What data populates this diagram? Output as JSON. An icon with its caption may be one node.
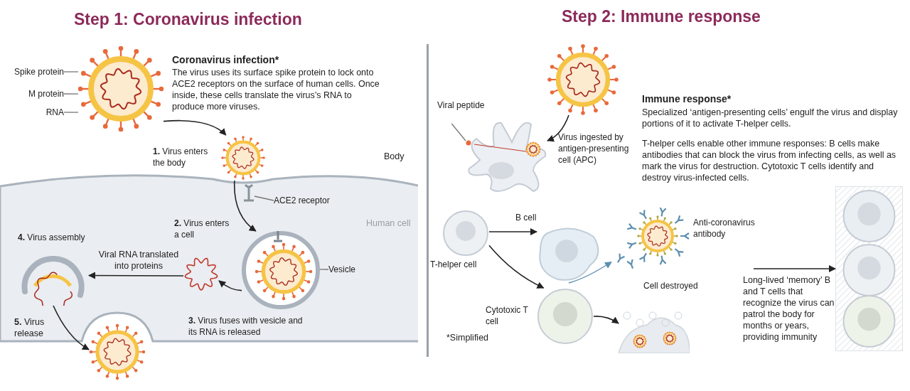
{
  "diagram": {
    "nodes": [
      {
        "text": [
          "Step 1: Coronavirus infection"
        ]
      },
      {
        "text": [],
        "shape": "picture",
        "in": 0
      },
      {
        "text": [
          "Spike protein"
        ],
        "in": 0
      },
      {
        "text": [
          "M protein"
        ],
        "in": 0
      },
      {
        "text": [
          "RNA"
        ],
        "in": 0
      },
      {
        "text": [],
        "shape": "picture",
        "in": 0,
        "beside": [
          "**1.** Virus enters the body"
        ]
      },
      {
        "text": [
          "ACE2 receptor"
        ],
        "in": 0
      },
      {
        "text": [],
        "shape": "picture",
        "in": 0,
        "beside": [
          "**2.** Virus enters a cell",
          "**3.** Virus fuses with vesicle and its RNA is released"
        ]
      },
      {
        "text": [
          "Vesicle"
        ],
        "in": 0
      },
      {
        "text": [],
        "shape": "picture",
        "in": 0
      },
      {
        "text": [],
        "shape": "picture",
        "in": 0,
        "beside": [
          "**4.** Virus assembly"
        ]
      },
      {
        "text": [],
        "shape": "picture",
        "in": 0
      },
      {
        "text": [
          "Step 2: Immune response"
        ]
      },
      {
        "text": [],
        "shape": "picture",
        "in": 12
      },
      {
        "text": [],
        "shape": "picture",
        "in": 12,
        "beside": [
          "Virus ingested by antigen-presenting cell (APC)"
        ]
      },
      {
        "text": [
          "Viral peptide"
        ],
        "in": 12
      },
      {
        "text": [],
        "shape": "picture",
        "in": 12,
        "beside": [
          "T-helper cell"
        ]
      },
      {
        "text": [],
        "shape": "picture",
        "in": 12,
        "beside": [
          "B cell"
        ]
      },
      {
        "text": [],
        "shape": "picture",
        "in": 12,
        "beside": [
          "Anti-coronavirus antibody"
        ]
      },
      {
        "text": [],
        "shape": "picture",
        "in": 12,
        "beside": [
          "Cytotoxic T cell"
        ]
      },
      {
        "text": [],
        "shape": "picture",
        "in": 12,
        "beside": [
          "Cell destroyed"
        ]
      },
      {
        "text": [],
        "shape": "box",
        "in": 12
      }
    ],
    "edges": [
      {
        "from": 1,
        "to": 5,
        "arrow": "to"
      },
      {
        "from": 2,
        "to": 1,
        "arrow": "none",
        "color": "#777777"
      },
      {
        "from": 3,
        "to": 1,
        "arrow": "none",
        "color": "#777777"
      },
      {
        "from": 4,
        "to": 1,
        "arrow": "none",
        "color": "#777777"
      },
      {
        "from": 5,
        "to": 7,
        "arrow": "to"
      },
      {
        "from": 6,
        "to": null,
        "arrow": "none",
        "color": "#777777"
      },
      {
        "from": 8,
        "to": 7,
        "arrow": "none",
        "color": "#777777"
      },
      {
        "from": 7,
        "to": 9,
        "arrow": "to"
      },
      {
        "from": 9,
        "to": 10,
        "arrow": "to",
        "label": "Viral RNA translated into proteins"
      },
      {
        "from": 10,
        "to": 11,
        "arrow": "to"
      },
      {
        "from": 13,
        "to": 14,
        "arrow": "to"
      },
      {
        "from": 15,
        "to": 14,
        "arrow": "none",
        "color": "#777777"
      },
      {
        "from": 16,
        "to": 17,
        "arrow": "to"
      },
      {
        "from": 17,
        "to": 18,
        "arrow": "to",
        "color": "#5b8fb0"
      },
      {
        "from": 16,
        "to": 19,
        "arrow": "to"
      },
      {
        "from": 19,
        "to": 20,
        "arrow": "to"
      },
      {
        "from": null,
        "to": 21,
        "arrow": "to",
        "label": "Long-lived ‘memory’ B and T cells that recognize the virus can patrol the body for months or years, providing immunity"
      }
    ],
    "labels": [
      "Coronavirus infection*",
      "The virus uses its surface spike protein to lock onto ACE2 receptors on the surface of human cells. Once inside, these cells translate the virus’s RNA to produce more viruses.",
      "Body",
      "Human cell",
      "Immune response*",
      "Specialized ‘antigen-presenting cells’ engulf the virus and display portions of it to activate T-helper cells.",
      "T-helper cells enable other immune responses: B cells make antibodies that can block the virus from infecting cells, as well as mark the virus for destruction. Cytotoxic T cells identify and destroy virus-infected cells.",
      "*Simplified",
      "**5.** Virus release"
    ]
  }
}
